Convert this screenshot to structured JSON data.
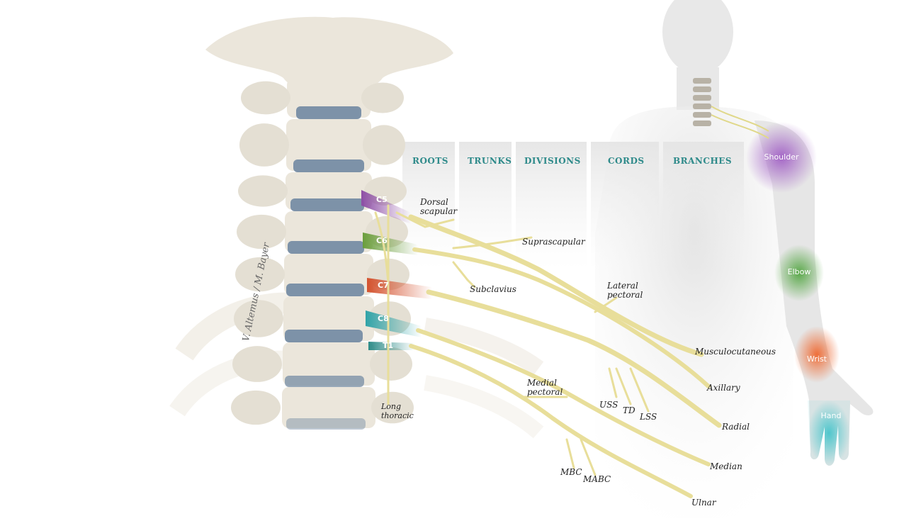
{
  "headers": [
    "ROOTS",
    "TRUNKS",
    "DIVISIONS",
    "CORDS",
    "BRANCHES"
  ],
  "roots": [
    "C5",
    "C6",
    "C7",
    "C8",
    "T1"
  ],
  "nerve_labels": {
    "dorsal_scapular": [
      "Dorsal",
      "scapular"
    ],
    "suprascapular": [
      "Suprascapular"
    ],
    "subclavius": [
      "Subclavius"
    ],
    "lateral_pectoral": [
      "Lateral",
      "pectoral"
    ],
    "medial_pectoral": [
      "Medial",
      "pectoral"
    ],
    "long_thoracic": [
      "Long",
      "thoracic"
    ],
    "uss": [
      "USS"
    ],
    "td": [
      "TD"
    ],
    "lss": [
      "LSS"
    ],
    "mbc": [
      "MBC"
    ],
    "mabc": [
      "MABC"
    ],
    "musculocutaneous": [
      "Musculocutaneous"
    ],
    "axillary": [
      "Axillary"
    ],
    "radial": [
      "Radial"
    ],
    "median": [
      "Median"
    ],
    "ulnar": [
      "Ulnar"
    ]
  },
  "regions": [
    "Shoulder",
    "Elbow",
    "Wrist",
    "Hand"
  ],
  "signature": "V. Altemus / M. Bayer",
  "colors": {
    "header_teal": "#2e8a8a",
    "c5": "#8e4fa6",
    "c6": "#6a9e3c",
    "c7": "#d4522e",
    "c8": "#2fa3a8",
    "t1": "#2f8d8a",
    "nerve": "#e8de9a",
    "bone": "#ebe6db",
    "disc": "#7d92a8",
    "body": "#e9e9e9",
    "shoulder": "#a466c6",
    "elbow": "#5aa84a",
    "wrist": "#ee6f3a",
    "hand": "#4fc6cc"
  }
}
